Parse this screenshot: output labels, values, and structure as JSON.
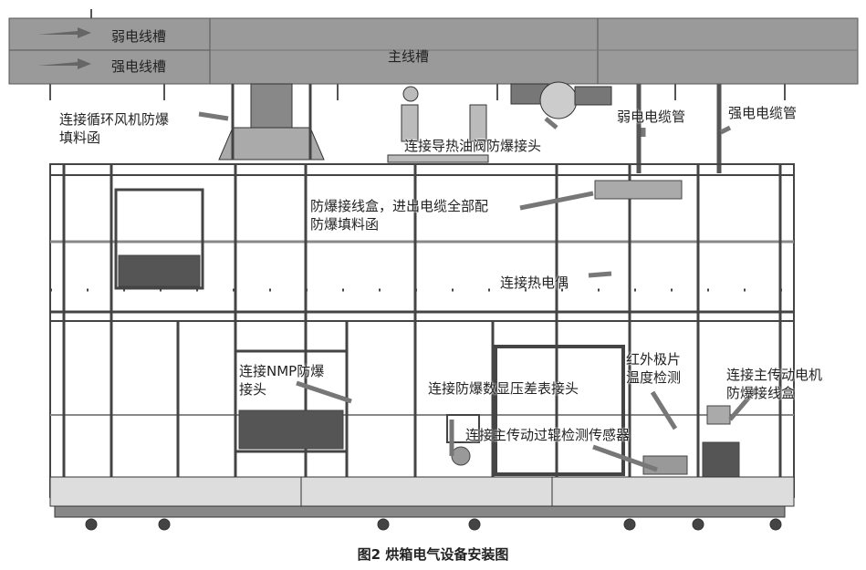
{
  "trays": {
    "weak": "弱电线槽",
    "strong": "强电线槽",
    "main": "主线槽"
  },
  "labels": {
    "fan_gland": [
      "连接循环风机防爆",
      "填料函"
    ],
    "oil_valve": "连接导热油阀防爆接头",
    "weak_conduit": "弱电电缆管",
    "strong_conduit": "强电电缆管",
    "junction_box": [
      "防爆接线盒，进出电缆全部配",
      "防爆填料函"
    ],
    "thermocouple": "连接热电偶",
    "nmp": [
      "连接NMP防爆",
      "接头"
    ],
    "pressure_gauge": "连接防爆数显压差表接头",
    "infrared": [
      "红外极片",
      "温度检测"
    ],
    "motor_box": [
      "连接主传动电机",
      "防爆接线盒"
    ],
    "roller_sensor": "连接主传动过辊检测传感器"
  },
  "caption": "图2   烘箱电气设备安装图"
}
